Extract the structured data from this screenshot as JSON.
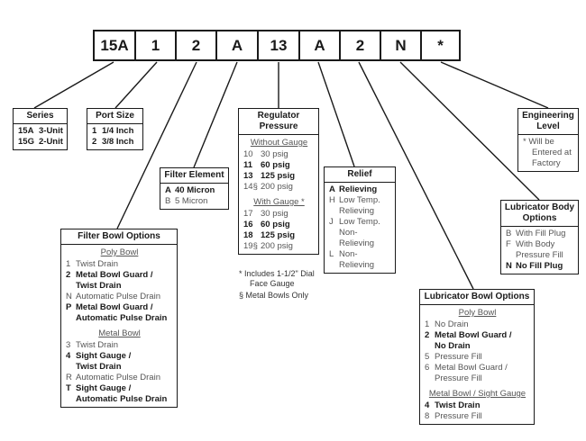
{
  "codes": [
    "15A",
    "1",
    "2",
    "A",
    "13",
    "A",
    "2",
    "N",
    "*"
  ],
  "series": {
    "title": "Series",
    "items": [
      {
        "code": "15A",
        "label": "3-Unit"
      },
      {
        "code": "15G",
        "label": "2-Unit"
      }
    ]
  },
  "port_size": {
    "title": "Port Size",
    "items": [
      {
        "code": "1",
        "label": "1/4 Inch"
      },
      {
        "code": "2",
        "label": "3/8 Inch"
      }
    ]
  },
  "filter_element": {
    "title": "Filter Element",
    "items": [
      {
        "code": "A",
        "label": "40 Micron"
      },
      {
        "code": "B",
        "label": "5 Micron"
      }
    ]
  },
  "regulator": {
    "title_1": "Regulator",
    "title_2": "Pressure",
    "without_heading": "Without Gauge",
    "without": [
      {
        "code": "10",
        "label": "30 psig"
      },
      {
        "code": "11",
        "label": "60 psig"
      },
      {
        "code": "13",
        "label": "125 psig"
      },
      {
        "code": "14§",
        "label": "200 psig"
      }
    ],
    "with_heading": "With Gauge *",
    "with": [
      {
        "code": "17",
        "label": "30 psig"
      },
      {
        "code": "16",
        "label": "60 psig"
      },
      {
        "code": "18",
        "label": "125 psig"
      },
      {
        "code": "19§",
        "label": "200 psig"
      }
    ],
    "note_1a": "*  Includes 1-1/2\" Dial",
    "note_1b": "Face Gauge",
    "note_2": "§  Metal Bowls Only"
  },
  "relief": {
    "title": "Relief",
    "items": [
      {
        "code": "A",
        "l1": "Relieving",
        "l2": ""
      },
      {
        "code": "H",
        "l1": "Low Temp.",
        "l2": "Relieving"
      },
      {
        "code": "J",
        "l1": "Low Temp.",
        "l2": "Non-Relieving"
      },
      {
        "code": "L",
        "l1": "Non-Relieving",
        "l2": ""
      }
    ]
  },
  "engineering": {
    "title_1": "Engineering",
    "title_2": "Level",
    "l1": "*  Will be",
    "l2": "Entered at",
    "l3": "Factory"
  },
  "lub_body": {
    "title_1": "Lubricator Body",
    "title_2": "Options",
    "items": [
      {
        "code": "B",
        "l1": "With Fill Plug",
        "l2": ""
      },
      {
        "code": "F",
        "l1": "With Body",
        "l2": "Pressure Fill"
      },
      {
        "code": "N",
        "l1": "No Fill Plug",
        "l2": ""
      }
    ]
  },
  "filter_bowl": {
    "title": "Filter Bowl Options",
    "poly_heading": "Poly Bowl",
    "poly": [
      {
        "code": "1",
        "l1": "Twist Drain",
        "l2": ""
      },
      {
        "code": "2",
        "l1": "Metal Bowl Guard /",
        "l2": "Twist Drain"
      },
      {
        "code": "N",
        "l1": "Automatic Pulse Drain",
        "l2": ""
      },
      {
        "code": "P",
        "l1": "Metal Bowl Guard /",
        "l2": "Automatic Pulse Drain"
      }
    ],
    "metal_heading": "Metal Bowl",
    "metal": [
      {
        "code": "3",
        "l1": "Twist Drain",
        "l2": ""
      },
      {
        "code": "4",
        "l1": "Sight Gauge /",
        "l2": "Twist Drain"
      },
      {
        "code": "R",
        "l1": "Automatic Pulse Drain",
        "l2": ""
      },
      {
        "code": "T",
        "l1": "Sight Gauge /",
        "l2": "Automatic Pulse Drain"
      }
    ]
  },
  "lub_bowl": {
    "title": "Lubricator Bowl Options",
    "poly_heading": "Poly Bowl",
    "poly": [
      {
        "code": "1",
        "l1": "No Drain",
        "l2": ""
      },
      {
        "code": "2",
        "l1": "Metal Bowl Guard /",
        "l2": "No Drain"
      },
      {
        "code": "5",
        "l1": "Pressure Fill",
        "l2": ""
      },
      {
        "code": "6",
        "l1": "Metal Bowl Guard /",
        "l2": "Pressure Fill"
      }
    ],
    "metal_heading": "Metal Bowl  / Sight Gauge",
    "metal": [
      {
        "code": "4",
        "l1": "Twist Drain",
        "l2": ""
      },
      {
        "code": "8",
        "l1": "Pressure Fill",
        "l2": ""
      }
    ]
  }
}
